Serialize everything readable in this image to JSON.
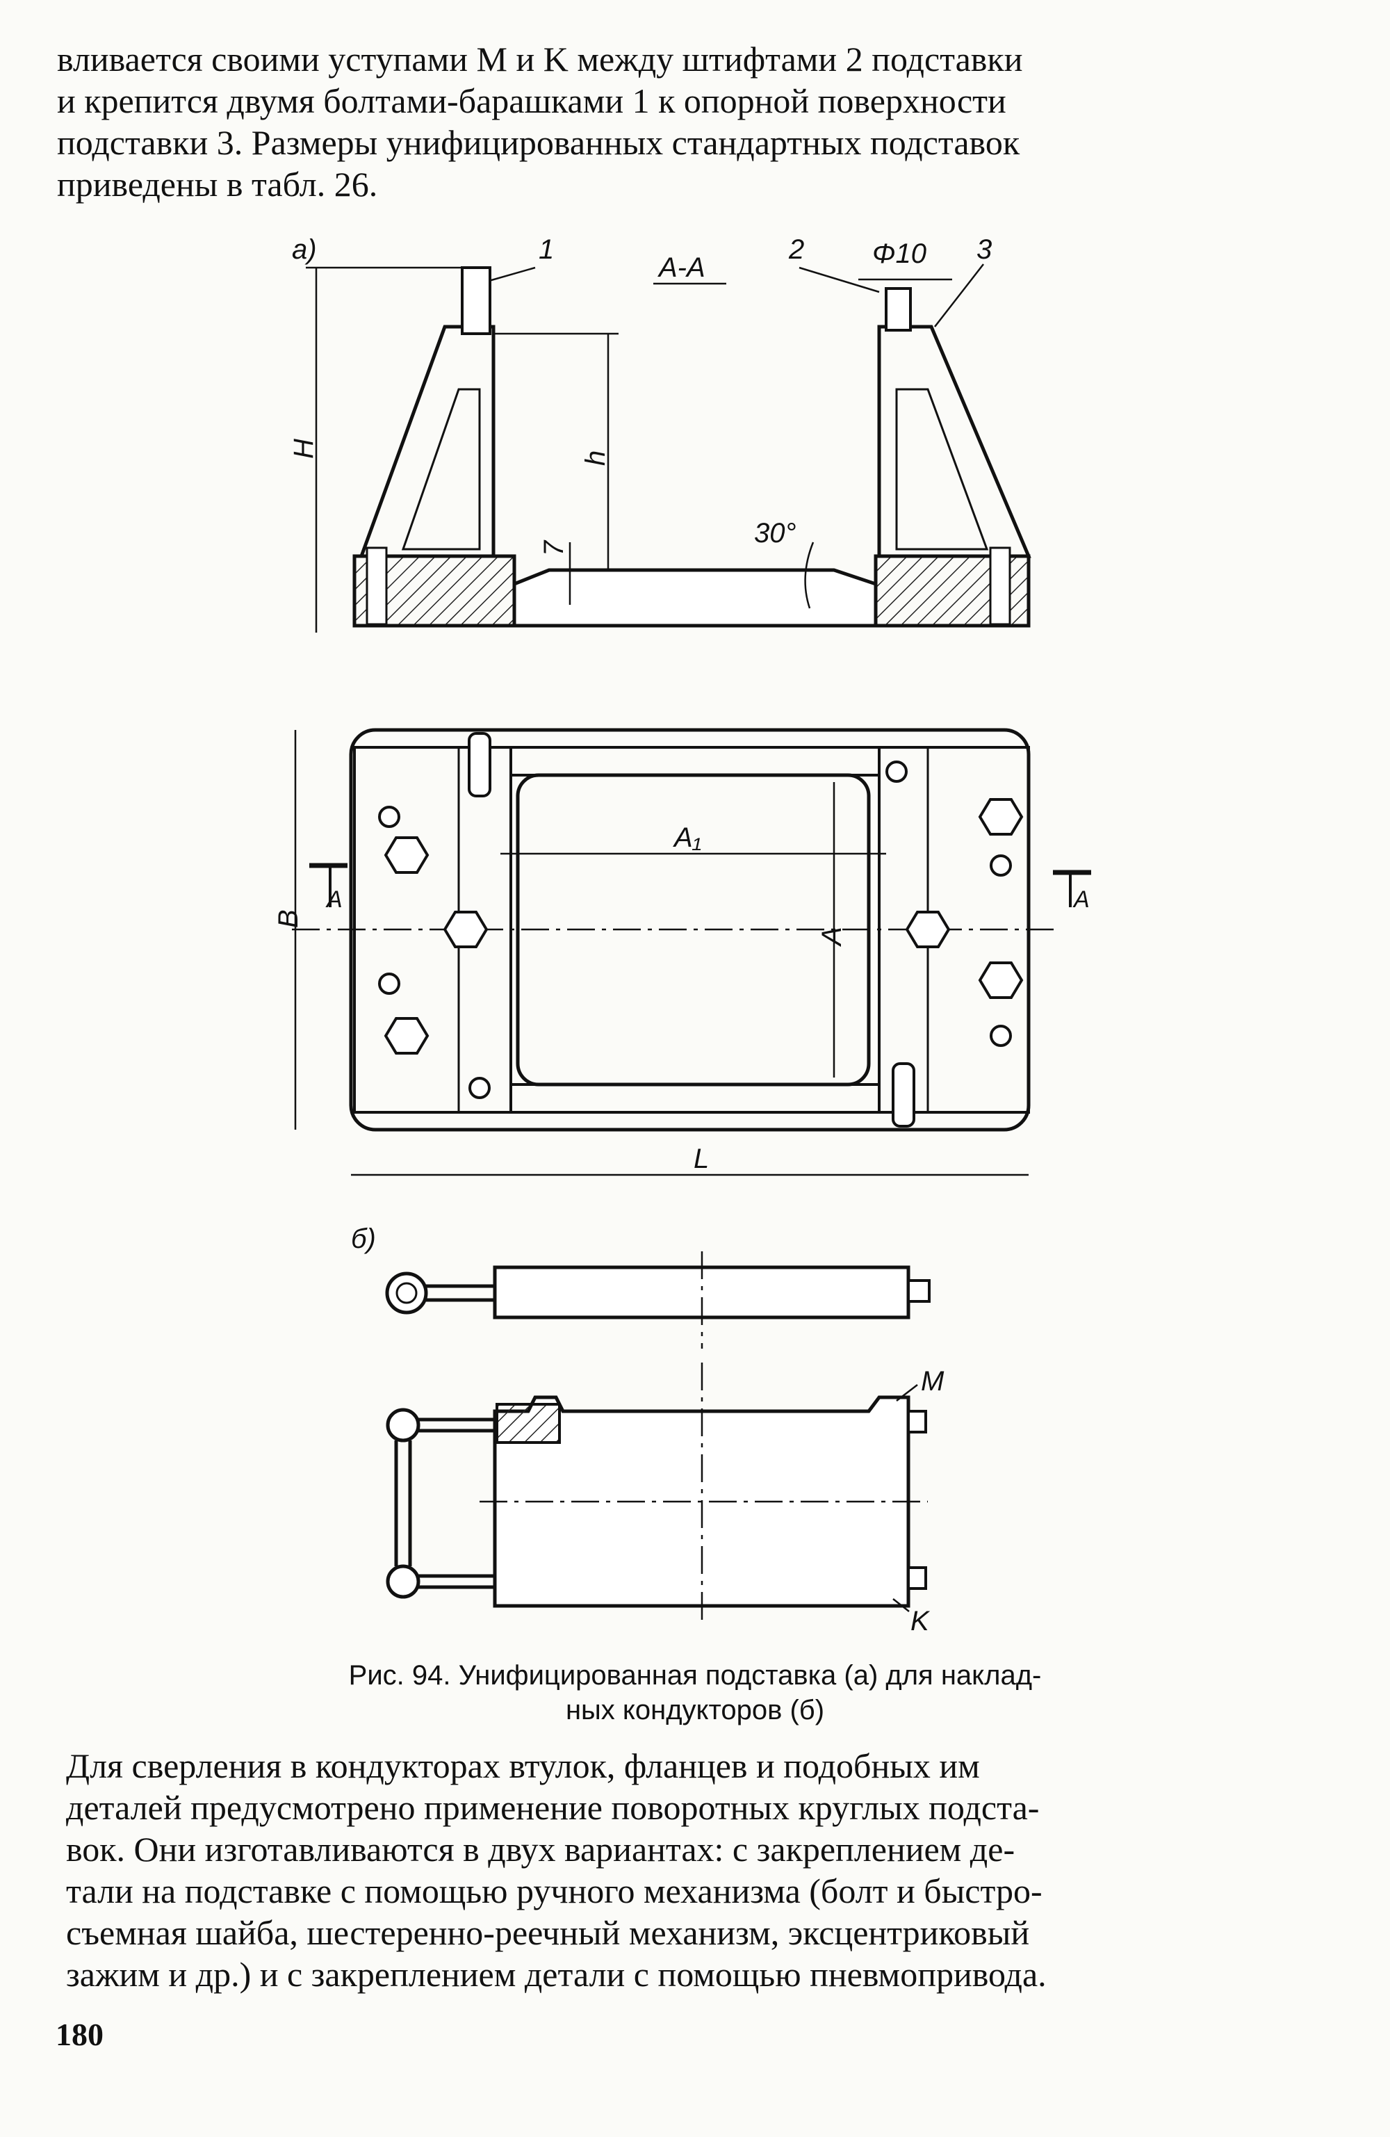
{
  "paragraph_top": {
    "lines": [
      "вливается своими уступами M и K между штифтами 2 подставки",
      "и крепится двумя болтами-барашками 1 к опорной поверхности",
      "подставки 3. Размеры унифицированных стандартных подставок",
      "приведены в табл. 26."
    ]
  },
  "figure": {
    "label_a": "а)",
    "label_b": "б)",
    "section_label": "А-А",
    "phi": "Φ10",
    "num1": "1",
    "num2": "2",
    "num3": "3",
    "H": "H",
    "h": "h",
    "seven": "7",
    "angle": "30°",
    "A1": "A₁",
    "A": "A",
    "B": "B",
    "L": "L",
    "M": "M",
    "K": "K",
    "sectA": "A"
  },
  "caption": {
    "line1": "Рис. 94. Унифицированная подставка (а) для наклад-",
    "line2": "ных кондукторов (б)"
  },
  "paragraph_bottom": {
    "lines": [
      "Для сверления в кондукторах втулок, фланцев и подобных им",
      "деталей предусмотрено применение поворотных круглых подста-",
      "вок. Они изготавливаются в двух вариантах: с закреплением де-",
      "тали на подставке с помощью ручного механизма (болт и быстро-",
      "съемная шайба, шестеренно-реечный механизм, эксцентриковый",
      "зажим и др.) и с закреплением детали с помощью пневмопривода."
    ]
  },
  "page_number": "180"
}
